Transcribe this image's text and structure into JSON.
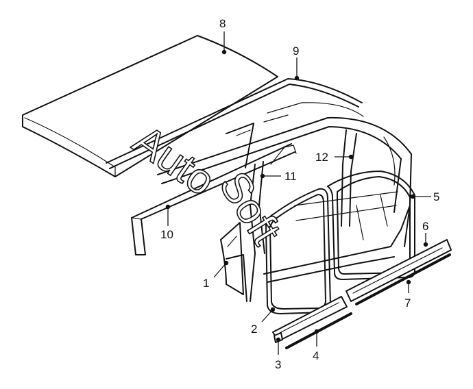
{
  "callouts": {
    "c1": "1",
    "c2": "2",
    "c3": "3",
    "c4": "4",
    "c5": "5",
    "c6": "6",
    "c7": "7",
    "c8": "8",
    "c9": "9",
    "c10": "10",
    "c11": "11",
    "c12": "12"
  },
  "watermark": {
    "word1": "Auto",
    "word2": "Soft"
  },
  "colors": {
    "line": "#111111",
    "background": "#ffffff"
  }
}
